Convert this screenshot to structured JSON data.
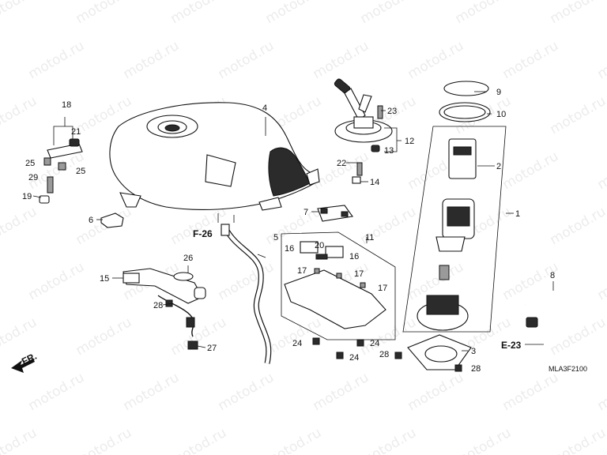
{
  "watermark": "motod.ru",
  "diagram_code": "MLA3F2100",
  "direction_label": "FR.",
  "references": [
    {
      "id": "f26",
      "label": "F-26"
    },
    {
      "id": "e23",
      "label": "E-23"
    }
  ],
  "callouts": [
    {
      "id": "c1",
      "label": "1"
    },
    {
      "id": "c2",
      "label": "2"
    },
    {
      "id": "c3",
      "label": "3"
    },
    {
      "id": "c4",
      "label": "4"
    },
    {
      "id": "c5",
      "label": "5"
    },
    {
      "id": "c6",
      "label": "6"
    },
    {
      "id": "c7",
      "label": "7"
    },
    {
      "id": "c8",
      "label": "8"
    },
    {
      "id": "c9",
      "label": "9"
    },
    {
      "id": "c10",
      "label": "10"
    },
    {
      "id": "c11",
      "label": "11"
    },
    {
      "id": "c12",
      "label": "12"
    },
    {
      "id": "c13",
      "label": "13"
    },
    {
      "id": "c14",
      "label": "14"
    },
    {
      "id": "c15",
      "label": "15"
    },
    {
      "id": "c16a",
      "label": "16"
    },
    {
      "id": "c16b",
      "label": "16"
    },
    {
      "id": "c17a",
      "label": "17"
    },
    {
      "id": "c17b",
      "label": "17"
    },
    {
      "id": "c17c",
      "label": "17"
    },
    {
      "id": "c18",
      "label": "18"
    },
    {
      "id": "c19",
      "label": "19"
    },
    {
      "id": "c20",
      "label": "20"
    },
    {
      "id": "c21",
      "label": "21"
    },
    {
      "id": "c22",
      "label": "22"
    },
    {
      "id": "c23",
      "label": "23"
    },
    {
      "id": "c24a",
      "label": "24"
    },
    {
      "id": "c24b",
      "label": "24"
    },
    {
      "id": "c24c",
      "label": "24"
    },
    {
      "id": "c25a",
      "label": "25"
    },
    {
      "id": "c25b",
      "label": "25"
    },
    {
      "id": "c26",
      "label": "26"
    },
    {
      "id": "c27",
      "label": "27"
    },
    {
      "id": "c28a",
      "label": "28"
    },
    {
      "id": "c28b",
      "label": "28"
    },
    {
      "id": "c28c",
      "label": "28"
    },
    {
      "id": "c29",
      "label": "29"
    }
  ]
}
